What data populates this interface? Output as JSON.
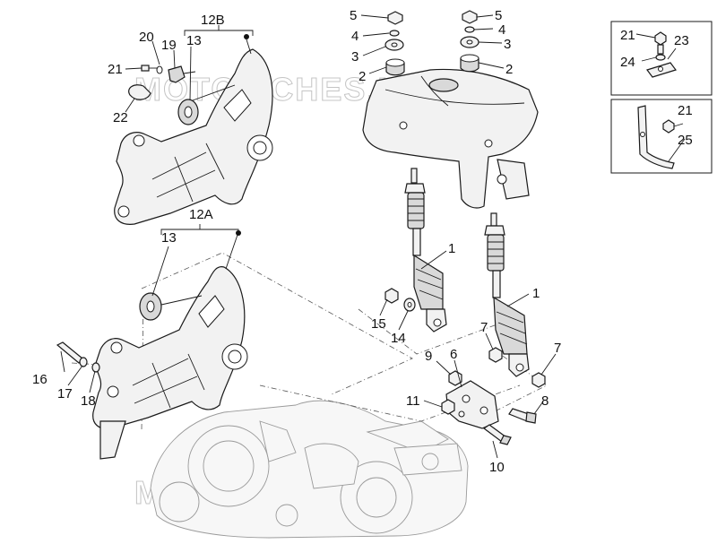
{
  "diagram": {
    "callouts": {
      "c12B": "12B",
      "c12A": "12A",
      "c13a": "13",
      "c13b": "13",
      "c20": "20",
      "c19": "19",
      "c21a": "21",
      "c22": "22",
      "c5a": "5",
      "c5b": "5",
      "c4a": "4",
      "c4b": "4",
      "c3a": "3",
      "c3b": "3",
      "c2a": "2",
      "c2b": "2",
      "c1a": "1",
      "c1b": "1",
      "c15": "15",
      "c14": "14",
      "c16": "16",
      "c17": "17",
      "c18": "18",
      "c9": "9",
      "c6": "6",
      "c7a": "7",
      "c7b": "7",
      "c11": "11",
      "c8": "8",
      "c10": "10",
      "c21b": "21",
      "c23": "23",
      "c24": "24",
      "c21c": "21",
      "c25": "25"
    },
    "watermark": "MOTOFICHES.NET"
  }
}
